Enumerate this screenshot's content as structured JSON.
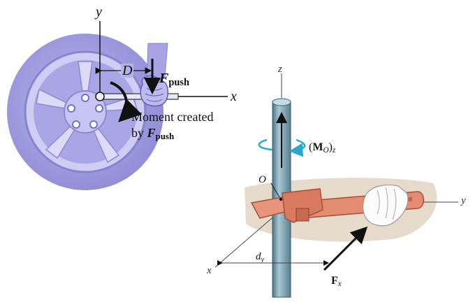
{
  "left_figure": {
    "axis_y": "y",
    "axis_x": "x",
    "distance_label": "D",
    "force_symbol": "F",
    "force_subscript": "push",
    "moment_line1": "Moment created",
    "moment_line2_prefix": "by ",
    "moment_force_symbol": "F",
    "moment_force_subscript": "push"
  },
  "right_figure": {
    "axis_z": "z",
    "axis_y": "y",
    "axis_x": "x",
    "origin_label": "O",
    "moment_open": "(",
    "moment_symbol": "M",
    "moment_sub": "O",
    "moment_close": ")",
    "moment_axis_sub": "z",
    "dist_symbol": "d",
    "dist_sub": "y",
    "force_symbol": "F",
    "force_sub": "x"
  },
  "colors": {
    "wheel": "#9d9ae0",
    "wheel_dark": "#7f7cc9",
    "wheel_light": "#c7c5f0",
    "pipe": "#7fa3b5",
    "pipe_dark": "#4f7284",
    "wrench": "#e0826a",
    "wrench_dark": "#b0563f",
    "shadow": "#d7c7b4",
    "moment_arrow": "#2aa9cc"
  }
}
